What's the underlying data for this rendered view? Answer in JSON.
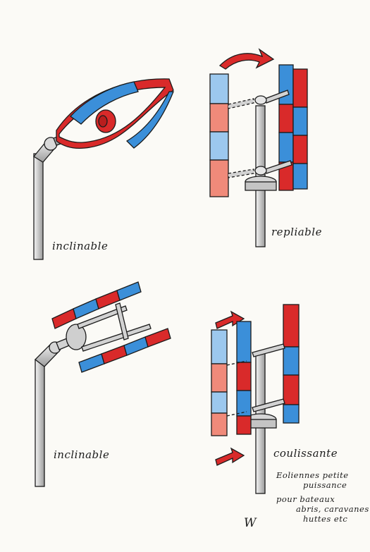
{
  "labels": {
    "tl": "inclinable",
    "tr": "repliable",
    "bl": "inclinable",
    "br": "coulissante"
  },
  "note": {
    "line1": "Eoliennes petite",
    "line2": "puissance",
    "line3": "pour bateaux",
    "line4": "abris, caravanes",
    "line5": "huttes etc"
  },
  "signature": "W",
  "colors": {
    "red": "#d92a2a",
    "blue": "#3b8fd9",
    "light_red": "#f08a7a",
    "light_blue": "#9cc8ee",
    "metal": "#d2d2d2",
    "ink": "#1b1b1b",
    "paper": "#fbfaf6"
  }
}
